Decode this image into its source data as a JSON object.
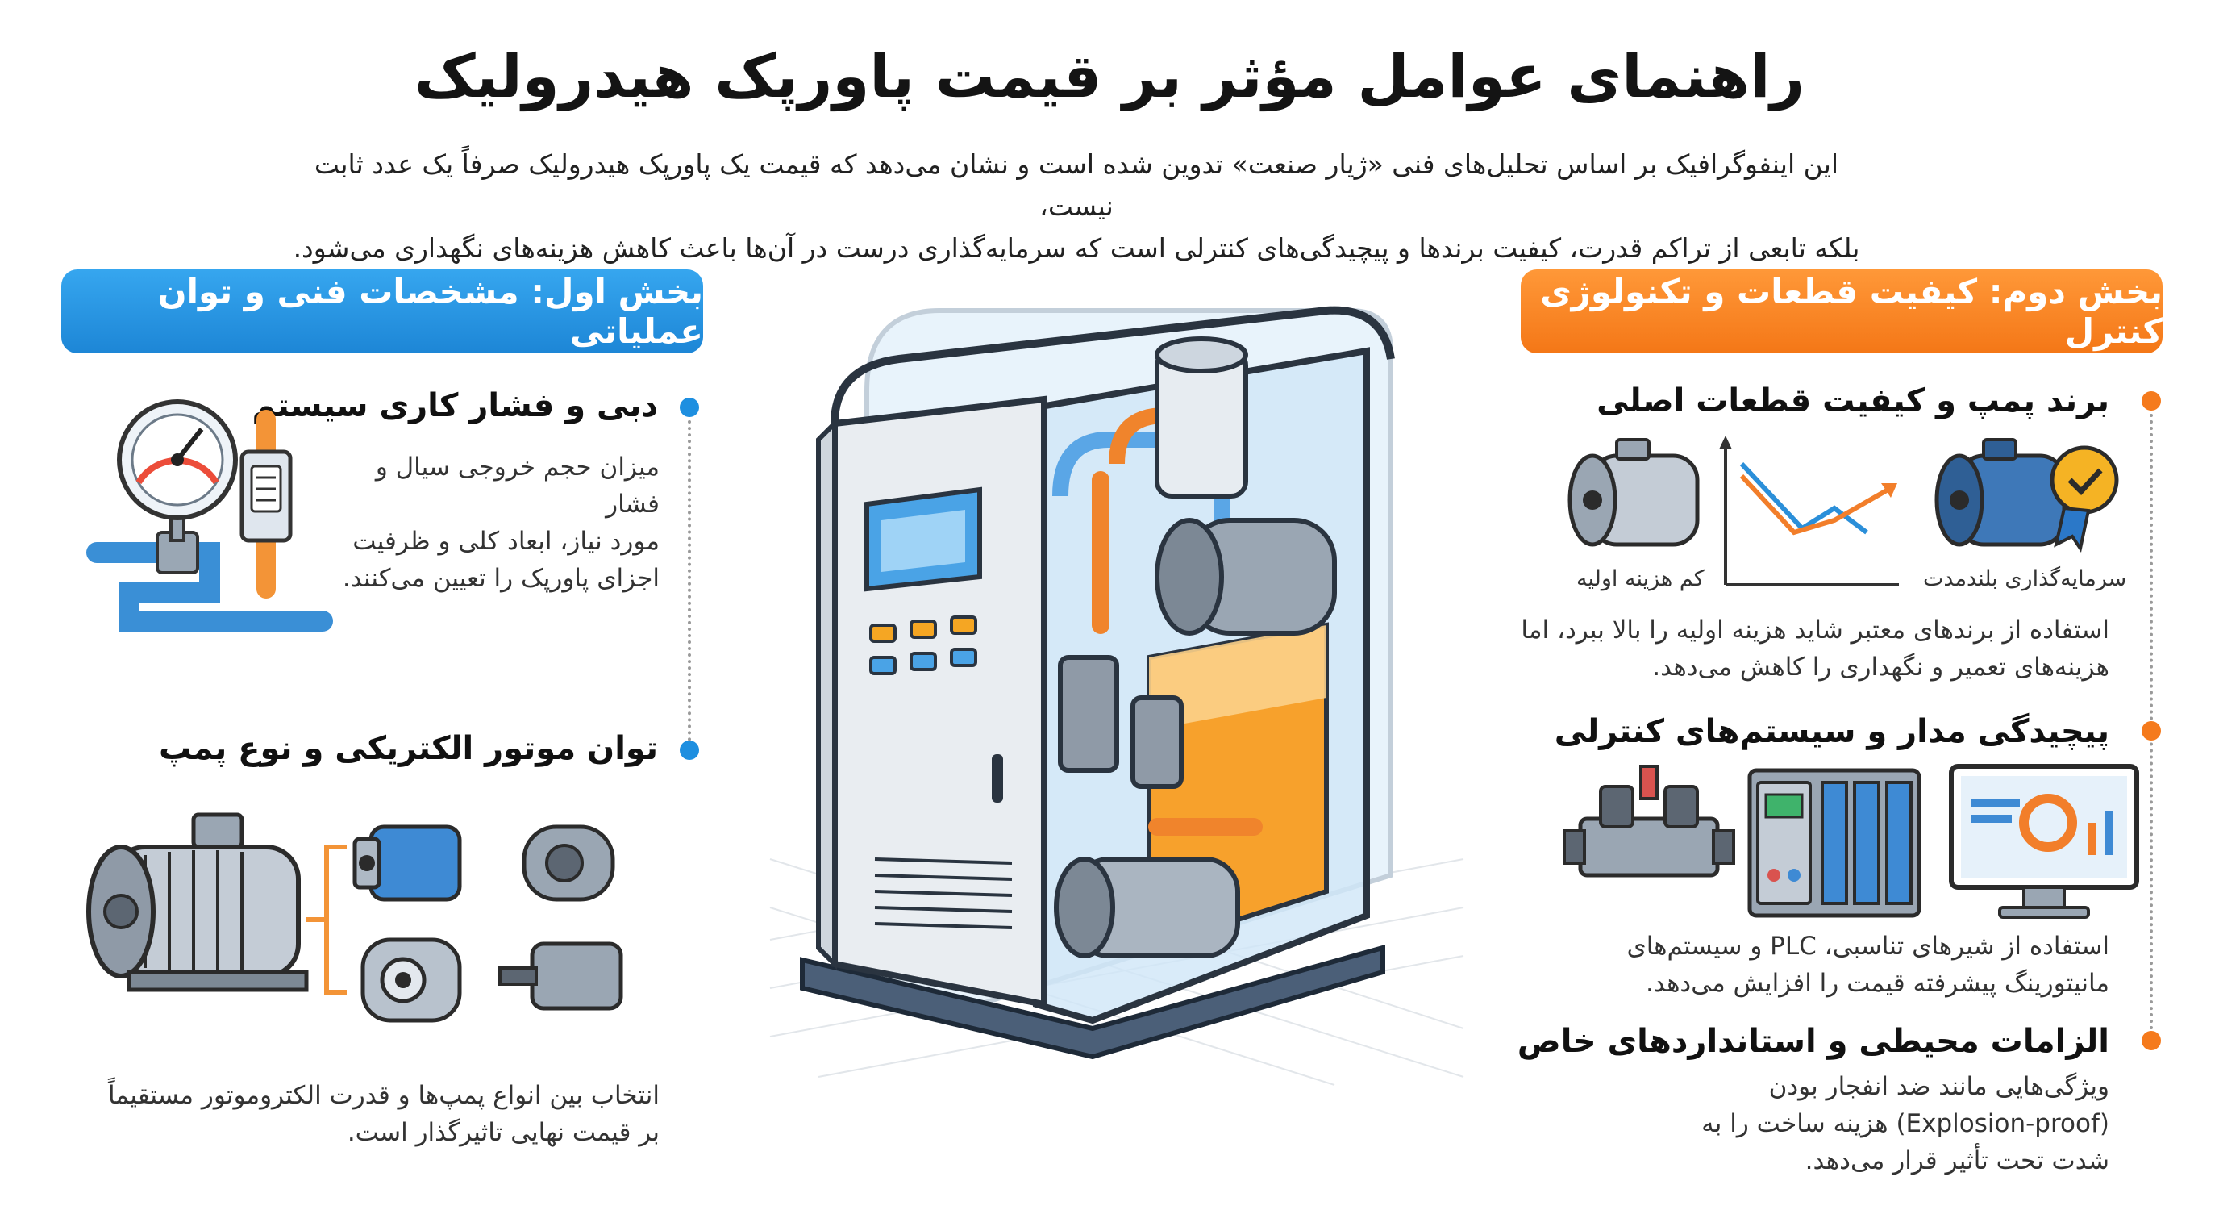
{
  "title": "راهنمای عوامل مؤثر بر قیمت پاورپک هیدرولیک",
  "intro": {
    "line1": "این اینفوگرافیک بر اساس تحلیل‌های فنی «ژیار صنعت» تدوین شده است و نشان می‌دهد که قیمت یک پاورپک هیدرولیک صرفاً یک عدد ثابت نیست،",
    "line2": "بلکه تابعی از تراکم قدرت، کیفیت برندها و پیچیدگی‌های کنترلی است که سرمایه‌گذاری درست در آن‌ها باعث کاهش هزینه‌های نگهداری می‌شود."
  },
  "section1": {
    "banner": "بخش اول: مشخصات فنی و توان عملیاتی",
    "item1": {
      "heading": "دبی و فشار کاری سیستم",
      "line1": "میزان حجم خروجی سیال و فشار",
      "line2": "مورد نیاز، ابعاد کلی و ظرفیت",
      "line3": "اجزای پاورپک را تعیین می‌کنند."
    },
    "item2": {
      "heading": "توان موتور الکتریکی و نوع پمپ",
      "line1": "انتخاب بین انواع پمپ‌ها و قدرت الکتروموتور مستقیماً",
      "line2": "بر قیمت نهایی تاثیرگذار است."
    }
  },
  "section2": {
    "banner": "بخش دوم: کیفیت قطعات و تکنولوژی کنترل",
    "item1": {
      "heading": "برند پمپ و کیفیت قطعات اصلی",
      "caption_low": "کم هزینه اولیه",
      "caption_high": "سرمایه‌گذاری بلندمدت",
      "line1": "استفاده از برندهای معتبر شاید هزینه اولیه را بالا ببرد، اما",
      "line2": "هزینه‌های تعمیر و نگهداری را کاهش می‌دهد."
    },
    "item2": {
      "heading": "پیچیدگی مدار و سیستم‌های کنترلی",
      "line1": "استفاده از شیرهای تناسبی، PLC و سیستم‌های",
      "line2": "مانیتورینگ پیشرفته قیمت را افزایش می‌دهد."
    },
    "item3": {
      "heading": "الزامات محیطی و استانداردهای خاص",
      "line1": "ویژگی‌هایی مانند ضد انفجار بودن",
      "line2": "(Explosion-proof) هزینه ساخت را به",
      "line3": "شدت تحت تأثیر قرار می‌دهد."
    }
  },
  "colors": {
    "blue": "#1e8fe0",
    "orange": "#f57a1c",
    "steel": "#8a98a8",
    "oil": "#f7a12c"
  }
}
